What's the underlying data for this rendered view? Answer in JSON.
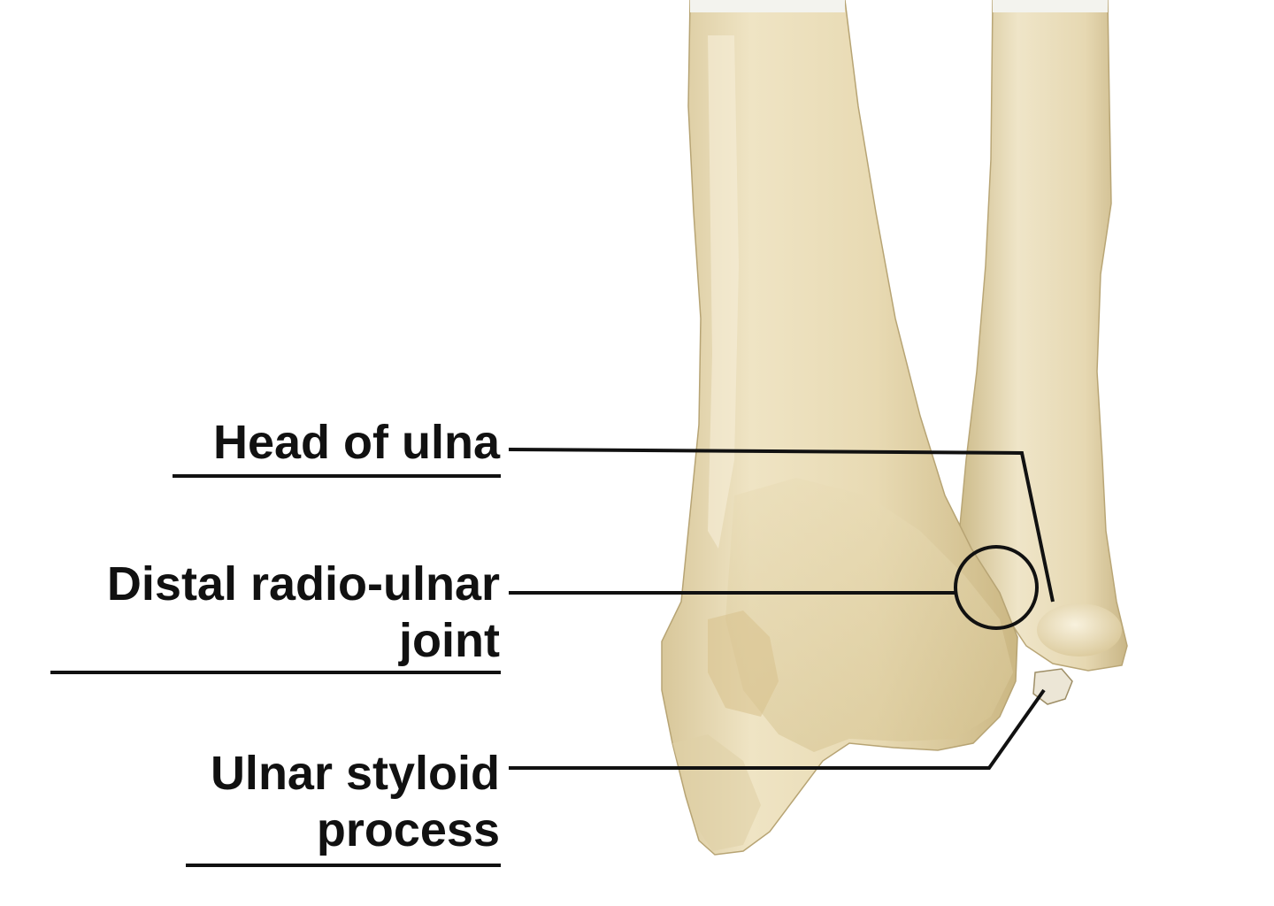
{
  "labels": {
    "head_of_ulna": "Head of ulna",
    "distal_radio_ulnar_line1": "Distal radio-ulnar",
    "distal_radio_ulnar_line2": "joint",
    "ulnar_styloid_line1": "Ulnar styloid",
    "ulnar_styloid_line2": "process"
  },
  "colors": {
    "bone": "#e9dcb8",
    "bone_shadow": "#cdbb8c",
    "bone_highlight": "#f6eed6",
    "leader_line": "#111111",
    "text": "#111111",
    "background": "#ffffff"
  }
}
